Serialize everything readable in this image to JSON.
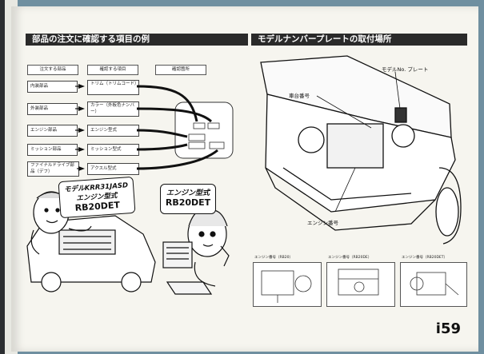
{
  "left_section": {
    "title": "部品の注文に確認する項目の例",
    "columns": [
      "注文する部品",
      "確認する項目",
      "確認箇所"
    ],
    "rows": [
      {
        "part": "内装部品",
        "item": "トリム（トリムコード）"
      },
      {
        "part": "外装部品",
        "item": "カラー（外板色ナンバー）"
      },
      {
        "part": "エンジン部品",
        "item": "エンジン型式"
      },
      {
        "part": "ミッション部品",
        "item": "ミッション型式"
      },
      {
        "part": "ファイナルドライブ部品（デフ）",
        "item": "アクスル型式"
      }
    ],
    "bubble_left": {
      "line1": "モデルKRR31JASD",
      "line2": "エンジン型式",
      "line3": "RB20DET"
    },
    "bubble_right": {
      "line1": "エンジン型式",
      "line2": "RB20DET"
    }
  },
  "right_section": {
    "title": "モデルナンバープレートの取付場所",
    "callouts": {
      "model_plate": "モデルNo. プレート",
      "chassis_no": "車台番号",
      "engine_no": "エンジン番号"
    },
    "thumbnails": [
      "エンジン番号（RB20）",
      "エンジン番号（RB20DE）",
      "エンジン番号（RB20DET）"
    ]
  },
  "page_number": "i59"
}
